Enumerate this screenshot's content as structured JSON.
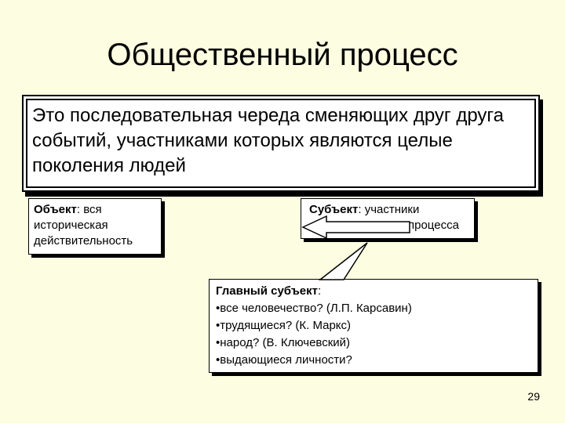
{
  "title": "Общественный процесс",
  "definition": "Это последовательная череда сменяющих друг друга событий, участниками которых являются целые поколения людей",
  "object": {
    "label": "Объект",
    "text": ": вся историческая действительность"
  },
  "subject": {
    "label": "Субъект",
    "text_line1": ": участники",
    "text_line2": "процесса"
  },
  "main_subject": {
    "label": "Главный субъект",
    "suffix": ":",
    "items": [
      "все человечество? (Л.П. Карсавин)",
      "трудящиеся? (К. Маркс)",
      "народ? (В. Ключевский)",
      "выдающиеся личности?"
    ]
  },
  "page_number": "29"
}
